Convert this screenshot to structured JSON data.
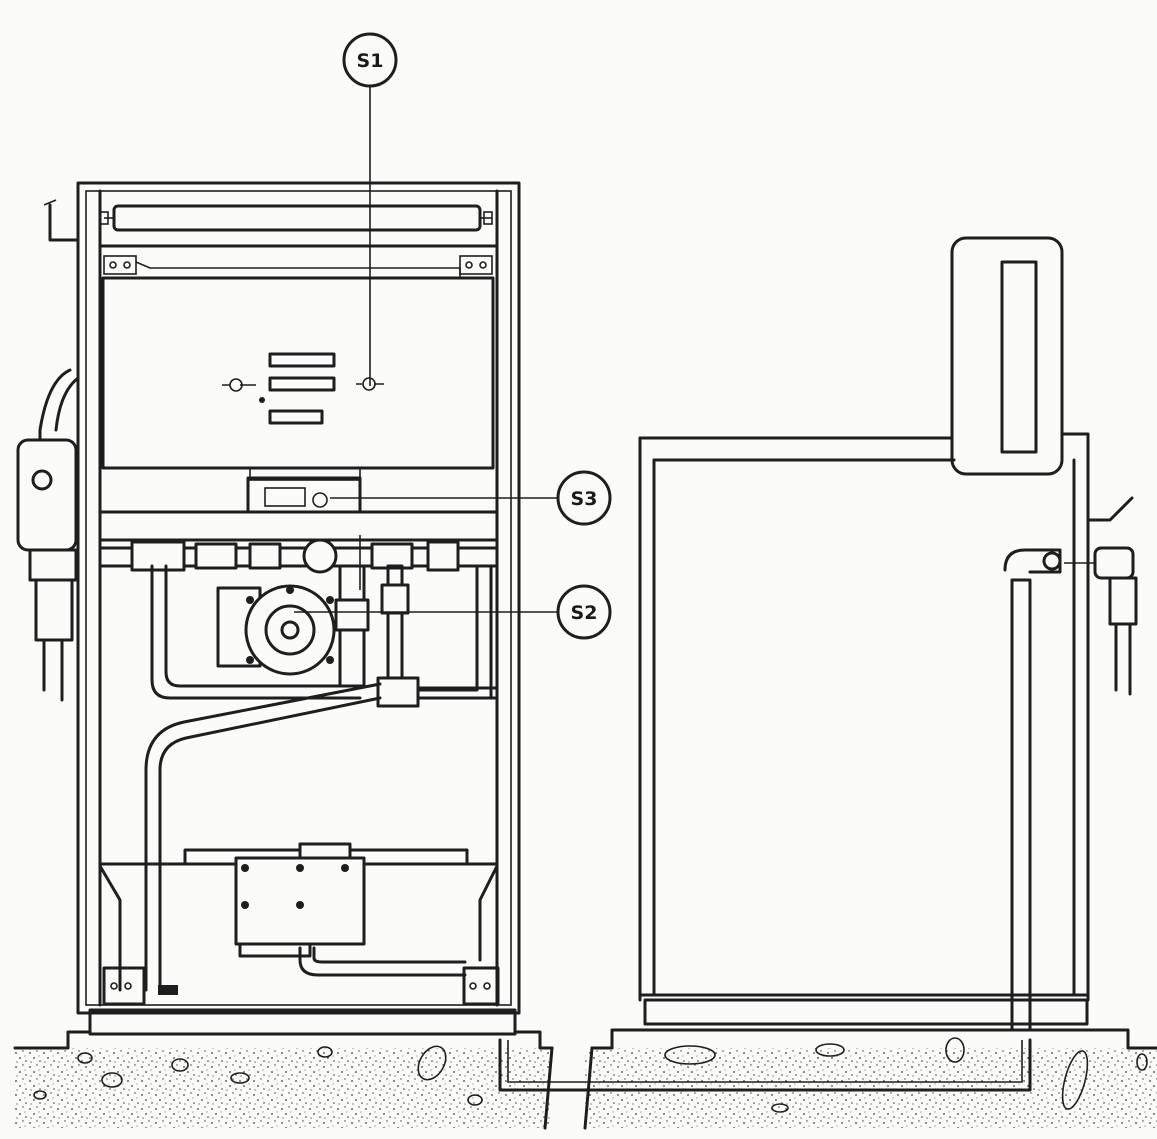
{
  "callouts": {
    "s1": "S1",
    "s2": "S2",
    "s3": "S3"
  },
  "colors": {
    "ink": "#1e1e1e",
    "paper": "#fbfbf9",
    "stipple": "#3a3a3a"
  }
}
